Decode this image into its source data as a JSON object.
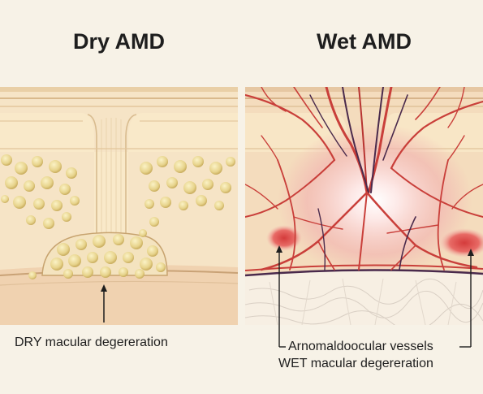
{
  "panels": {
    "dry": {
      "title": "Dry AMD",
      "caption": "DRY macular degereration"
    },
    "wet": {
      "title": "Wet AMD",
      "vessel_label": "Arnomaldoocular vessels",
      "caption": "WET macular degereration"
    }
  },
  "colors": {
    "background": "#f7f2e7",
    "tissue": "#f3dcb8",
    "drusen": "#e6d58e",
    "vessel": "#c93f3a",
    "vein": "#4a2a4c",
    "leak": "#e04a48"
  }
}
